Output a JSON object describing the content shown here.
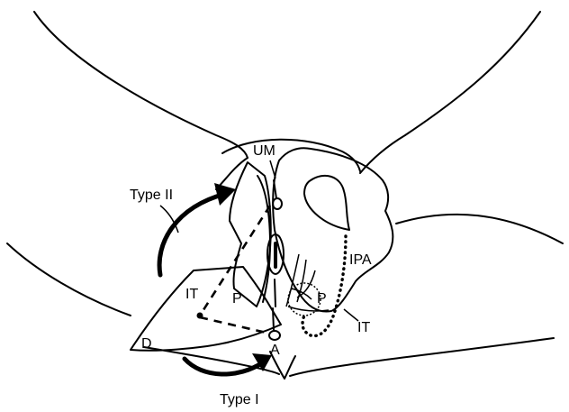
{
  "labels": {
    "um": "UM",
    "type_ii": "Type II",
    "ipa": "IPA",
    "it_left": "IT",
    "p_left": "P",
    "p_right": "P",
    "it_right": "IT",
    "d": "D",
    "a": "A",
    "type_i": "Type I"
  }
}
